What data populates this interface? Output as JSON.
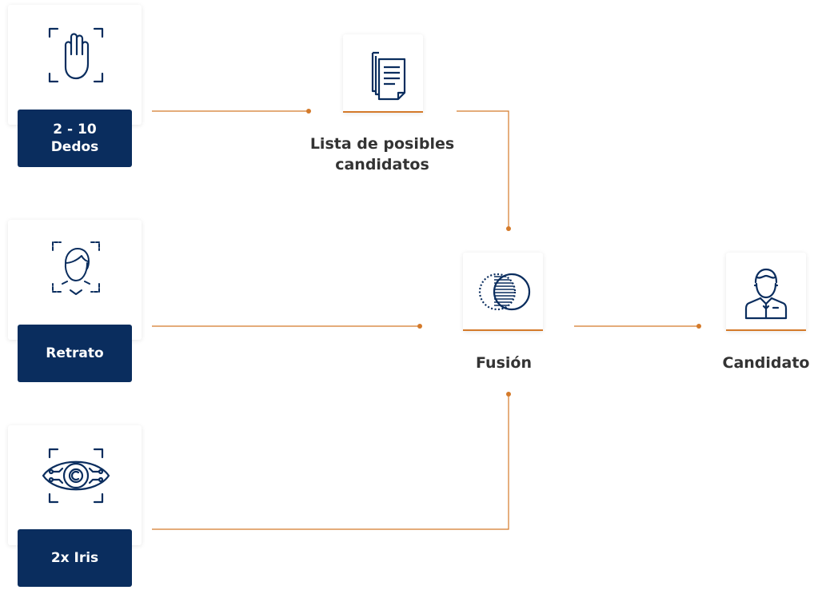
{
  "colors": {
    "navy": "#0a2d5e",
    "accent": "#d47a2a",
    "text": "#333333"
  },
  "inputs": [
    {
      "label": "2 - 10\nDedos",
      "icon": "hand-fingerprint-icon"
    },
    {
      "label": "Retrato",
      "icon": "face-scan-icon"
    },
    {
      "label": "2x Iris",
      "icon": "iris-scan-icon"
    }
  ],
  "nodes": {
    "candidate_list": {
      "label": "Lista de posibles\ncandidatos",
      "icon": "document-stack-icon"
    },
    "fusion": {
      "label": "Fusión",
      "icon": "fusion-circles-icon"
    },
    "candidate": {
      "label": "Candidato",
      "icon": "person-icon"
    }
  }
}
